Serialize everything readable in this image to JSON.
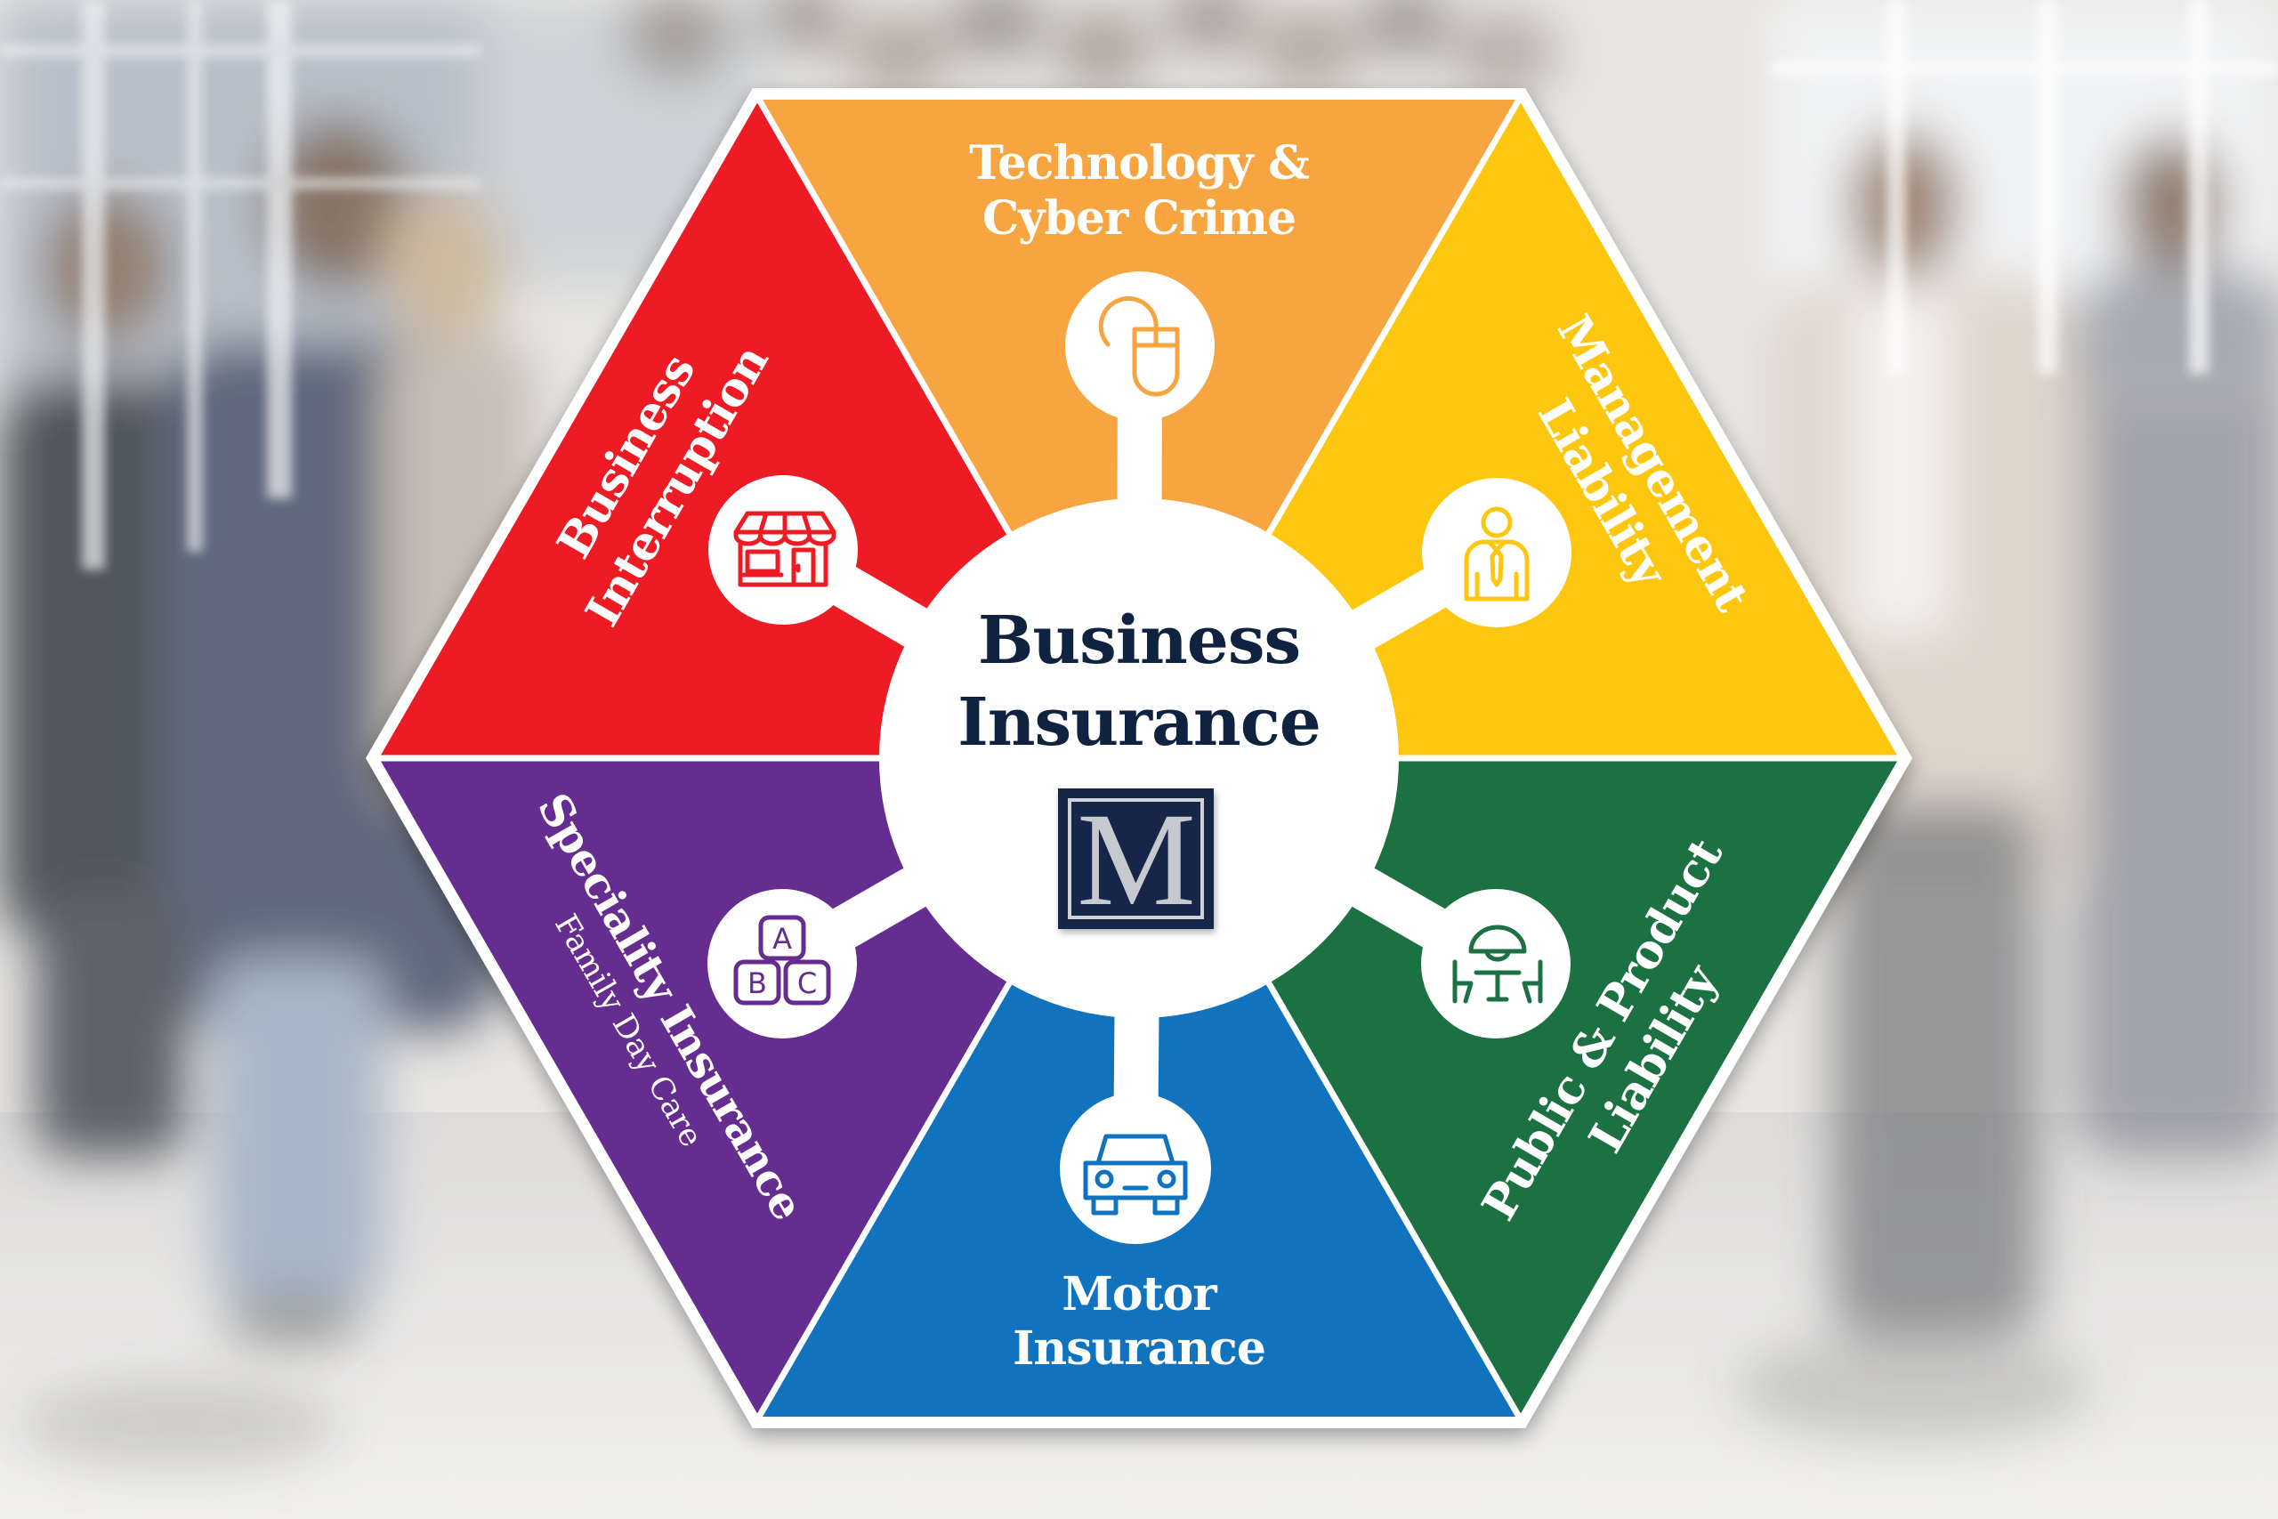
{
  "diagram": {
    "title": {
      "line1": "Business",
      "line2": "Insurance"
    },
    "title_color": "#0F2341",
    "logo": {
      "letter": "M",
      "box_color": "#13254A",
      "border_color": "#CFD2D6",
      "letter_color": "#C6C9CD"
    }
  },
  "segments": [
    {
      "id": "technology",
      "lines": [
        "Technology &",
        "Cyber Crime"
      ],
      "color": "#F7A541",
      "icon": "computer-mouse-icon"
    },
    {
      "id": "management",
      "lines": [
        "Management",
        "Liability"
      ],
      "color": "#FEC70F",
      "icon": "businessman-icon"
    },
    {
      "id": "public",
      "lines": [
        "Public & Product",
        "Liability"
      ],
      "color": "#1B7142",
      "icon": "outdoor-table-umbrella-icon"
    },
    {
      "id": "motor",
      "lines": [
        "Motor",
        "Insurance"
      ],
      "color": "#1173BE",
      "icon": "car-icon"
    },
    {
      "id": "speciality",
      "lines": [
        "Speciality Insurance"
      ],
      "sublabel": "Family Day Care",
      "color": "#652D90",
      "icon": "abc-blocks-icon",
      "icon_letters": [
        "A",
        "B",
        "C"
      ]
    },
    {
      "id": "business_interruption",
      "lines": [
        "Business",
        "Interruption"
      ],
      "color": "#ED1C24",
      "icon": "storefront-icon"
    }
  ]
}
